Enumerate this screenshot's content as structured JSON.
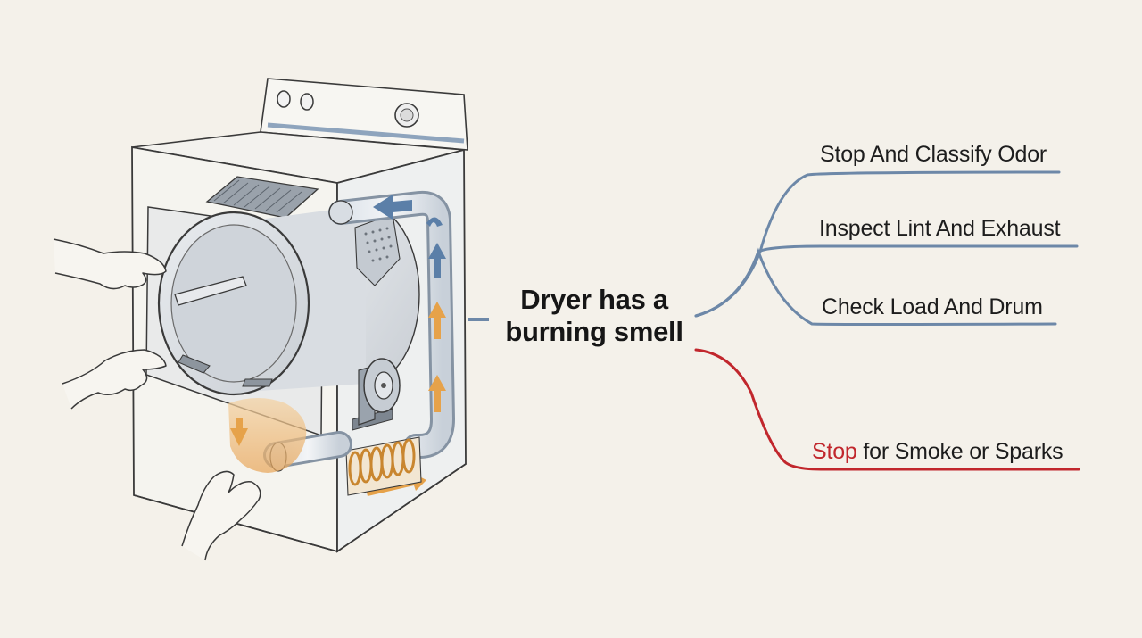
{
  "central_topic": {
    "line1": "Dryer has a",
    "line2": "burning smell"
  },
  "branches": [
    {
      "label": "Stop And Classify Odor",
      "color": "#6d88a8"
    },
    {
      "label": "Inspect Lint And Exhaust",
      "color": "#6d88a8"
    },
    {
      "label": "Check Load And Drum",
      "color": "#6d88a8"
    },
    {
      "label_highlight": "Stop",
      "label_rest": " for Smoke or Sparks",
      "color": "#c1272d",
      "highlight_color": "#c1272d"
    }
  ],
  "colors": {
    "background": "#f4f1ea",
    "safe_branch": "#6d88a8",
    "urgent_branch": "#c1272d",
    "airflow_cool": "#5b7fa8",
    "airflow_hot": "#e6a24a"
  },
  "illustration": {
    "subject": "dryer-cutaway",
    "icons": [
      "hand-icon",
      "airflow-arrow-icon",
      "heating-coil-icon",
      "blower-motor-icon",
      "lint-screen-icon"
    ]
  }
}
